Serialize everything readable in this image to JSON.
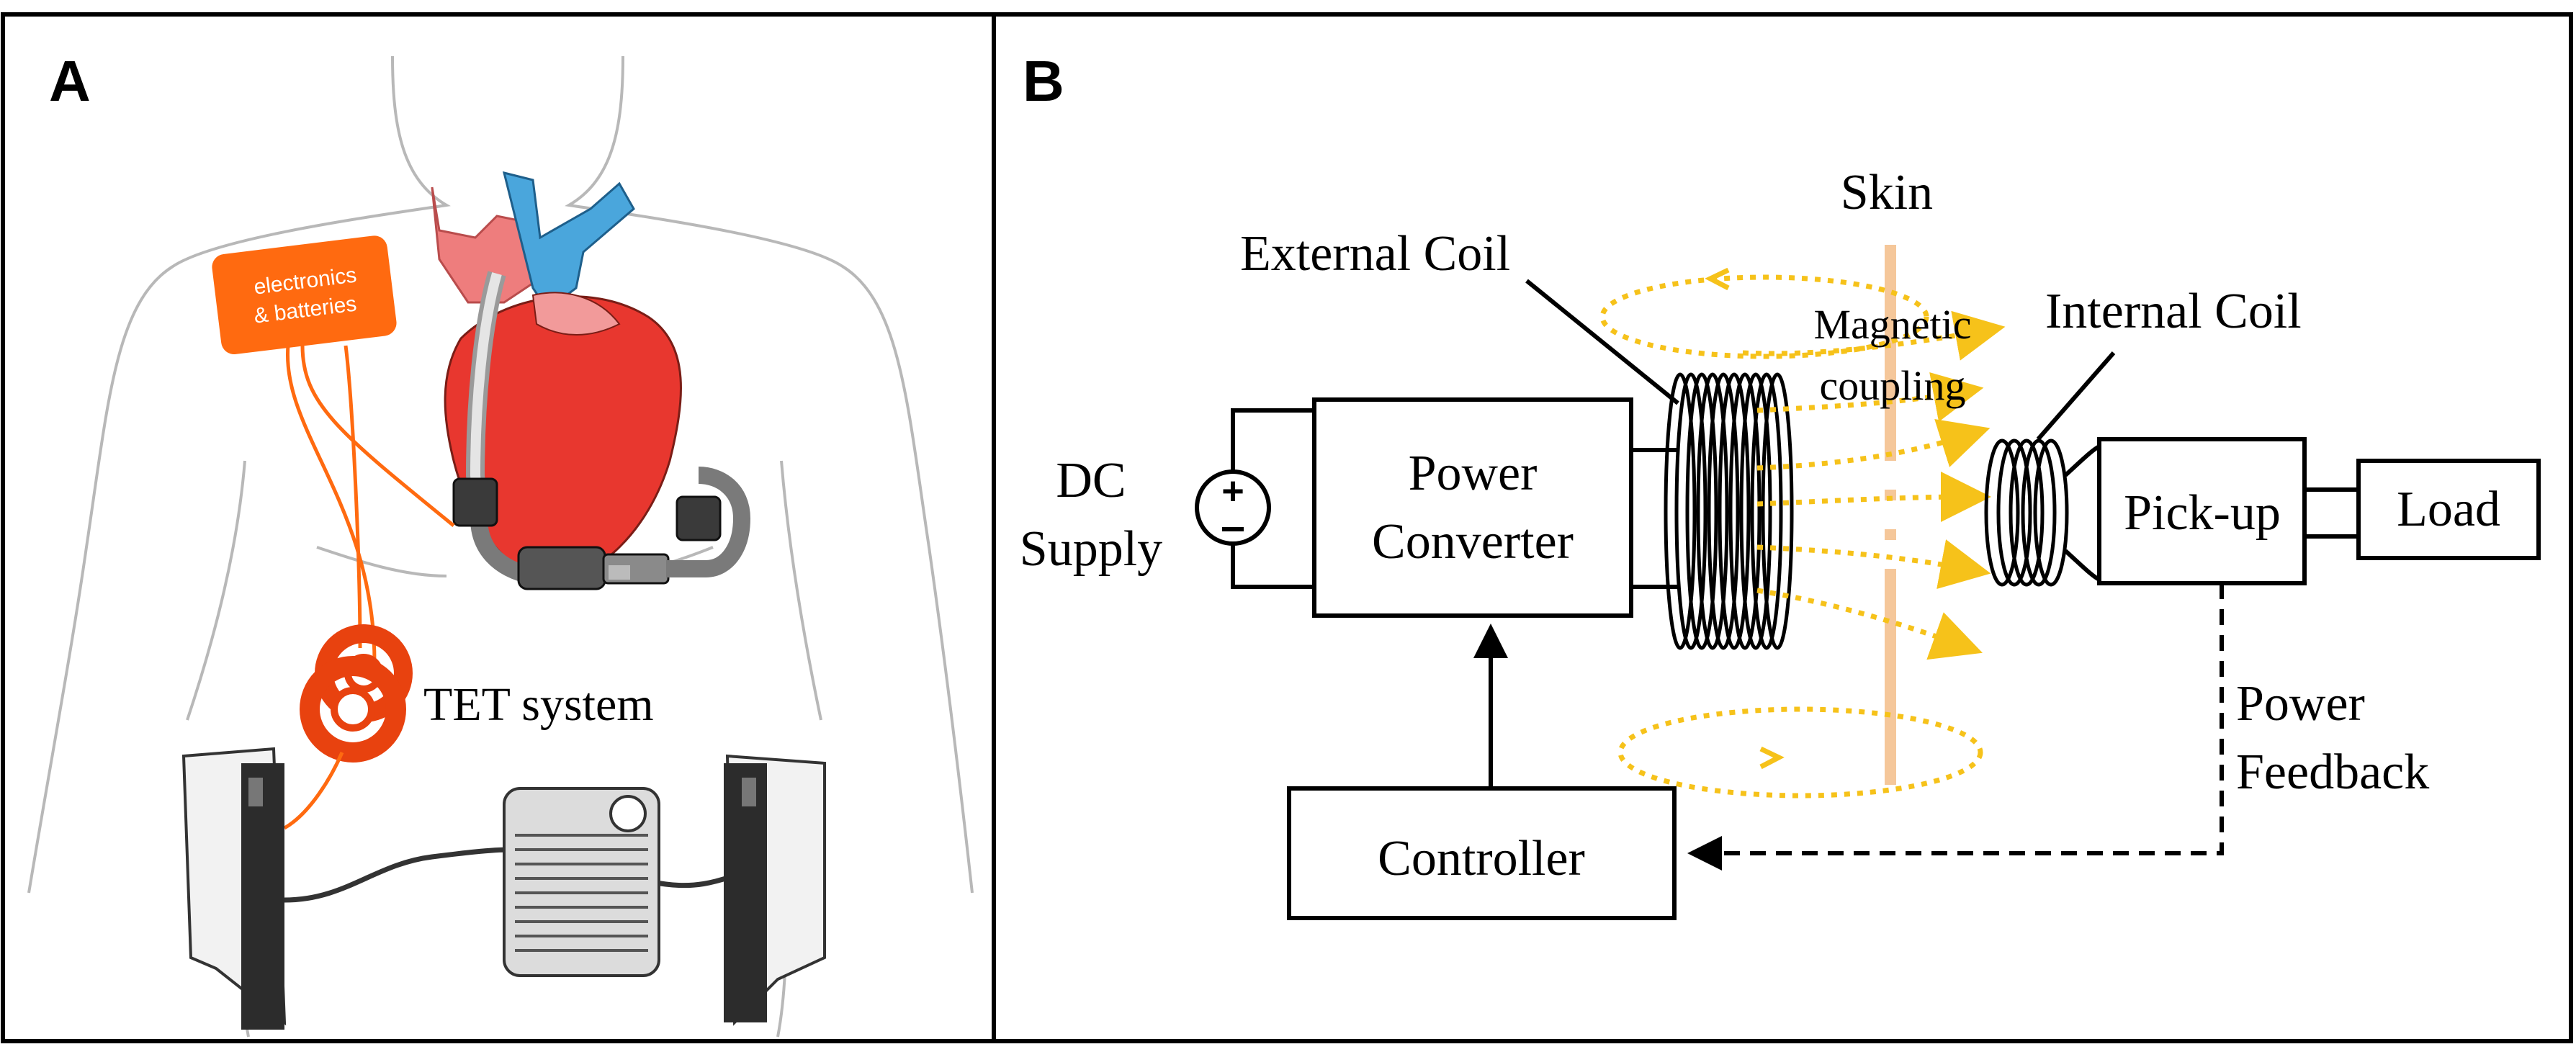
{
  "panel_a": {
    "letter": "A",
    "electronics_line1": "electronics",
    "electronics_line2": "& batteries",
    "tet_label": "TET system"
  },
  "panel_b": {
    "letter": "B",
    "skin": "Skin",
    "external_coil": "External Coil",
    "internal_coil": "Internal Coil",
    "magnetic_line1": "Magnetic",
    "magnetic_line2": "coupling",
    "dc_line1": "DC",
    "dc_line2": "Supply",
    "power_converter_line1": "Power",
    "power_converter_line2": "Converter",
    "pickup": "Pick-up",
    "load": "Load",
    "controller": "Controller",
    "feedback_line1": "Power",
    "feedback_line2": "Feedback"
  },
  "colors": {
    "orange": "#ff6a10",
    "coil_red": "#e8420f",
    "heart_red": "#e8372f",
    "vessel_blue": "#4aa6dc",
    "vessel_pink": "#ee7d7d",
    "field_yellow": "#f6c21a",
    "skin_line": "#f5c79a",
    "outline_gray": "#b8b8b8"
  }
}
